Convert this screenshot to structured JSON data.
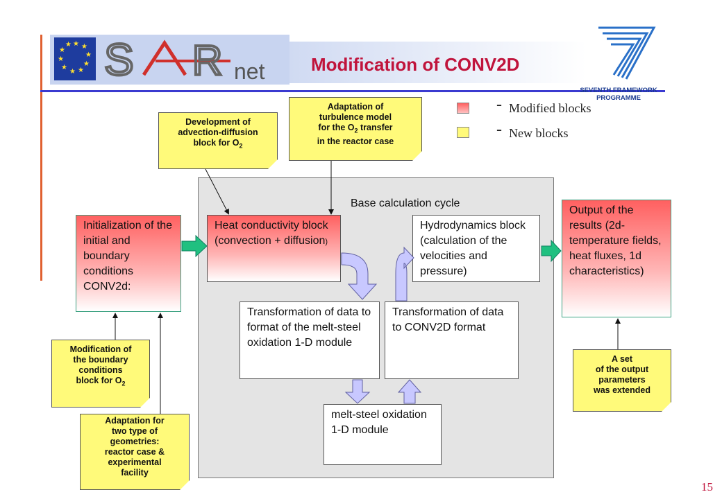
{
  "title": "Modification of CONV2D",
  "logo_text": "SARnet",
  "fp7_text": {
    "line1": "SEVENTH FRAMEWORK",
    "line2": "PROGRAMME"
  },
  "legend": [
    {
      "label": "Modified blocks",
      "color": "#ff7070"
    },
    {
      "label": "New blocks",
      "color": "#fffa7a"
    }
  ],
  "legend_dash": "-",
  "notes": {
    "advection": [
      "Development of",
      "advection-diffusion",
      "block for O",
      "2"
    ],
    "turbulence": [
      "Adaptation of",
      "turbulence model",
      "for the O",
      "2",
      " transfer",
      "in the reactor case"
    ],
    "boundary": [
      "Modification  of",
      "the boundary",
      "conditions",
      "block for O",
      "2"
    ],
    "geometry": [
      "Adaptation for",
      "two type of",
      "geometries:",
      "reactor case &",
      "experimental",
      "facility"
    ],
    "output_set": [
      "A set",
      "of the output",
      "parameters",
      "was extended"
    ]
  },
  "base_cycle_label": "Base calculation cycle",
  "blocks": {
    "init": "Initialization of the initial and boundary conditions CONV2d:",
    "heat": "Heat conductivity block (convection + diffusion",
    "heat_paren": ")",
    "hydro": "Hydrodynamics block (calculation of the velocities and pressure)",
    "output": "Output of the results  (2d-temperature fields, heat fluxes, 1d characteristics)",
    "transform_to_melt": "Transformation of data to format of the melt-steel oxidation 1-D module",
    "transform_to_conv": "Transformation of data to CONV2D format",
    "melt": "melt-steel oxidation 1-D module"
  },
  "page_number": "15",
  "colors": {
    "title": "#c0143c",
    "accent_blue": "#3a3ad0",
    "note_yellow": "#fffa7a",
    "arrow_green": "#20c080",
    "arrow_lavender": "#c8c8ff"
  }
}
